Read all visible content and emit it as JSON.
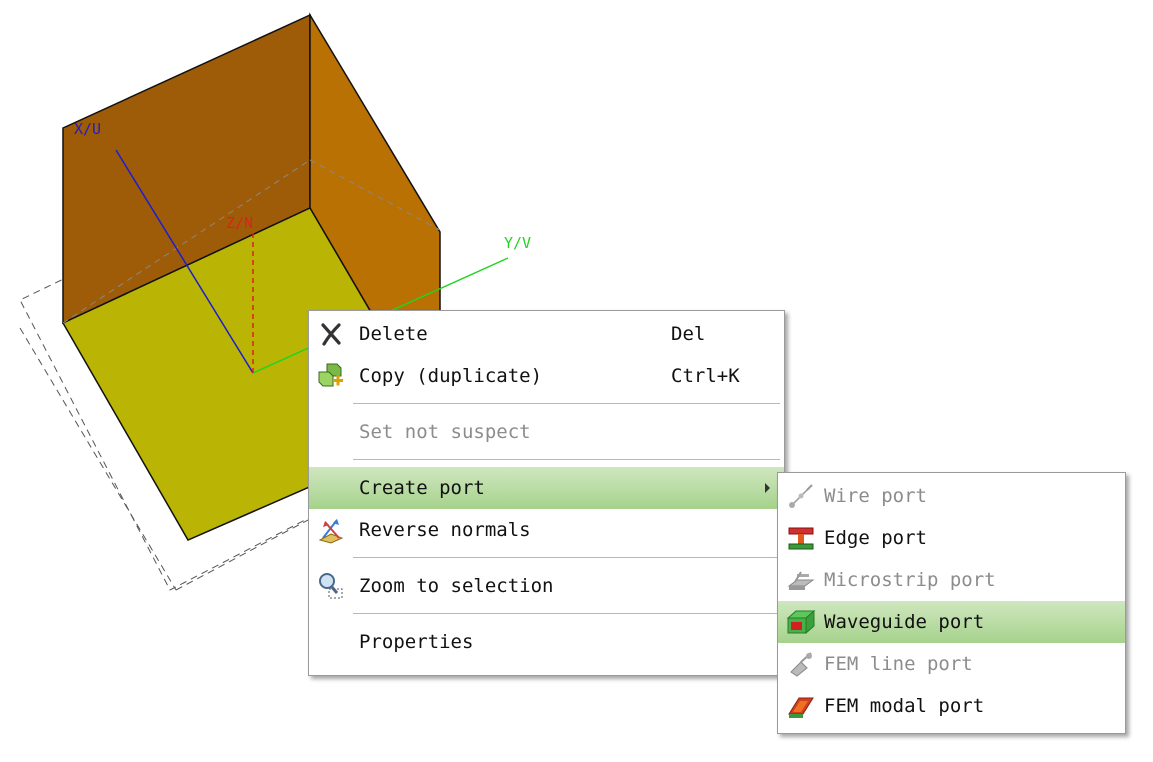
{
  "axes": {
    "x_label": "X/U",
    "y_label": "Y/V",
    "z_label": "Z/N"
  },
  "colors": {
    "box_top": "#bab504",
    "box_left_face": "#9e5c08",
    "box_back_face": "#ba7104",
    "x_axis": "#1d1dcf",
    "y_axis": "#22d322",
    "z_axis": "#e02020",
    "menu_highlight": "#a6d28c"
  },
  "context_menu": {
    "items": [
      {
        "label": "Delete",
        "shortcut": "Del",
        "icon": "delete-x-icon",
        "disabled": false
      },
      {
        "label": "Copy (duplicate)",
        "shortcut": "Ctrl+K",
        "icon": "copy-duplicate-icon",
        "disabled": false
      },
      {
        "label": "Set not suspect",
        "shortcut": "",
        "icon": "",
        "disabled": true
      },
      {
        "label": "Create port",
        "shortcut": "",
        "icon": "",
        "disabled": false,
        "highlighted": true,
        "has_submenu": true
      },
      {
        "label": "Reverse normals",
        "shortcut": "",
        "icon": "reverse-normals-icon",
        "disabled": false
      },
      {
        "label": "Zoom to selection",
        "shortcut": "",
        "icon": "zoom-selection-icon",
        "disabled": false
      },
      {
        "label": "Properties",
        "shortcut": "",
        "icon": "",
        "disabled": false
      }
    ]
  },
  "submenu": {
    "items": [
      {
        "label": "Wire port",
        "icon": "wire-port-icon",
        "disabled": true
      },
      {
        "label": "Edge port",
        "icon": "edge-port-icon",
        "disabled": false
      },
      {
        "label": "Microstrip port",
        "icon": "microstrip-port-icon",
        "disabled": true
      },
      {
        "label": "Waveguide port",
        "icon": "waveguide-port-icon",
        "disabled": false,
        "highlighted": true
      },
      {
        "label": "FEM line port",
        "icon": "fem-line-port-icon",
        "disabled": true
      },
      {
        "label": "FEM modal port",
        "icon": "fem-modal-port-icon",
        "disabled": false
      }
    ]
  }
}
